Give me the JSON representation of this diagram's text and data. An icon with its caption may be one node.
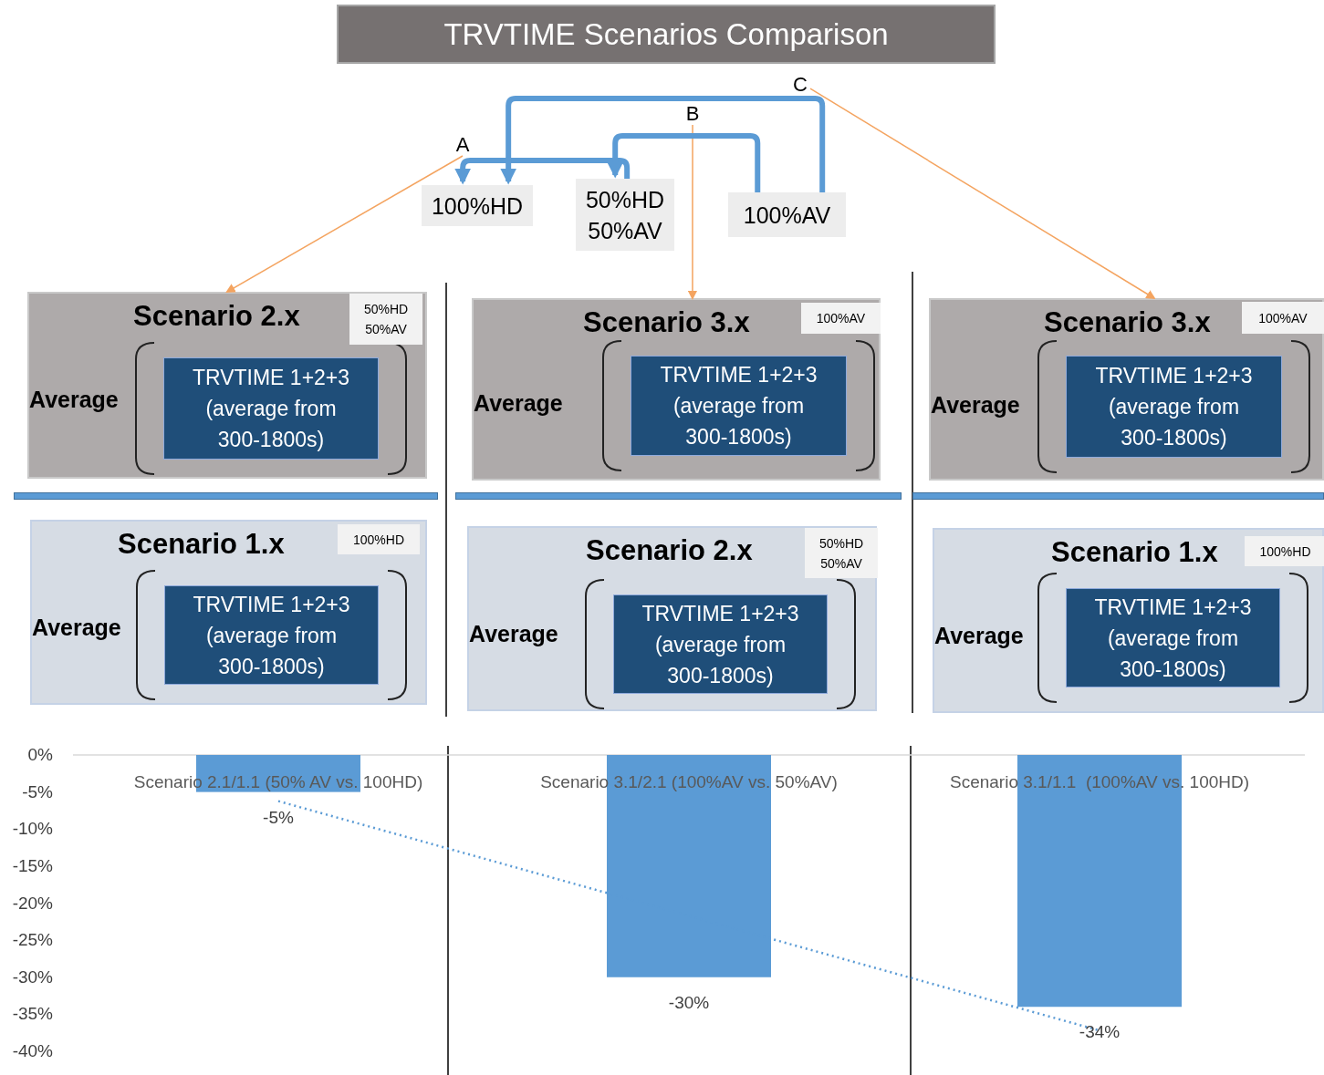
{
  "diagram": {
    "title": "TRVTIME Scenarios Comparison",
    "nodes": [
      {
        "text": [
          "A"
        ]
      },
      {
        "text": [
          "B"
        ]
      },
      {
        "text": [
          "C"
        ]
      },
      {
        "text": [
          "100%HD"
        ]
      },
      {
        "text": [
          "50%HD 50%AV"
        ]
      },
      {
        "text": [
          "100%AV"
        ]
      },
      {
        "text": [
          "Scenario 2.x",
          "Average"
        ]
      },
      {
        "text": [
          "50%HD 50%AV"
        ],
        "in": 6
      },
      {
        "text": [
          "TRVTIME 1+2+3 (average from 300-1800s)"
        ],
        "in": 6
      },
      {
        "text": [
          "Scenario 3.x",
          "Average"
        ]
      },
      {
        "text": [
          "100%AV"
        ],
        "in": 9
      },
      {
        "text": [
          "TRVTIME 1+2+3 (average from 300-1800s)"
        ],
        "in": 9
      },
      {
        "text": [
          "Scenario 3.x",
          "Average"
        ]
      },
      {
        "text": [
          "100%AV"
        ],
        "in": 12
      },
      {
        "text": [
          "TRVTIME 1+2+3 (average from 300-1800s)"
        ],
        "in": 12
      },
      {
        "text": [
          "Scenario 1.x",
          "Average"
        ]
      },
      {
        "text": [
          "100%HD"
        ],
        "in": 15
      },
      {
        "text": [
          "TRVTIME 1+2+3 (average from 300-1800s)"
        ],
        "in": 15
      },
      {
        "text": [
          "Scenario 2.x",
          "Average"
        ]
      },
      {
        "text": [
          "50%HD 50%AV"
        ],
        "in": 18
      },
      {
        "text": [
          "TRVTIME 1+2+3 (average from 300-1800s)"
        ],
        "in": 18
      },
      {
        "text": [
          "Scenario 1.x",
          "Average"
        ]
      },
      {
        "text": [
          "100%HD"
        ],
        "in": 21
      },
      {
        "text": [
          "TRVTIME 1+2+3 (average from 300-1800s)"
        ],
        "in": 21
      }
    ],
    "edges": [
      {
        "from": 0,
        "to": 6,
        "arrow": "to",
        "color": "#f4a460"
      },
      {
        "from": 1,
        "to": 9,
        "arrow": "to",
        "color": "#f4a460"
      },
      {
        "from": 2,
        "to": 12,
        "arrow": "to",
        "color": "#f4a460"
      },
      {
        "from": 4,
        "to": 3,
        "arrow": "to",
        "style": "thick",
        "color": "#5b9bd5"
      },
      {
        "from": 5,
        "to": 4,
        "arrow": "to",
        "style": "thick",
        "color": "#5b9bd5"
      },
      {
        "from": 5,
        "to": 3,
        "arrow": "to",
        "style": "thick",
        "color": "#5b9bd5"
      }
    ],
    "chart_data": {
      "type": "bar",
      "categories": [
        "Scenario 2.1/1.1 (50% AV vs. 100HD)",
        "Scenario 3.1/2.1 (100%AV vs. 50%AV)",
        "Scenario 3.1/1.1  (100%AV vs. 100HD)"
      ],
      "series": [
        {
          "color": "#5b9bd5",
          "values": [
            -5,
            -30,
            -34
          ]
        }
      ],
      "ylim": [
        -40,
        0
      ],
      "yticks": [
        {
          "value": 0,
          "label": "0%"
        },
        {
          "value": -5,
          "label": "-5%"
        },
        {
          "value": -10,
          "label": "-10%"
        },
        {
          "value": -15,
          "label": "-15%"
        },
        {
          "value": -20,
          "label": "-20%"
        },
        {
          "value": -25,
          "label": "-25%"
        },
        {
          "value": -30,
          "label": "-30%"
        },
        {
          "value": -35,
          "label": "-35%"
        },
        {
          "value": -40,
          "label": "-40%"
        }
      ],
      "value_labels": [
        "-5%",
        "-30%",
        "-34%"
      ]
    }
  }
}
